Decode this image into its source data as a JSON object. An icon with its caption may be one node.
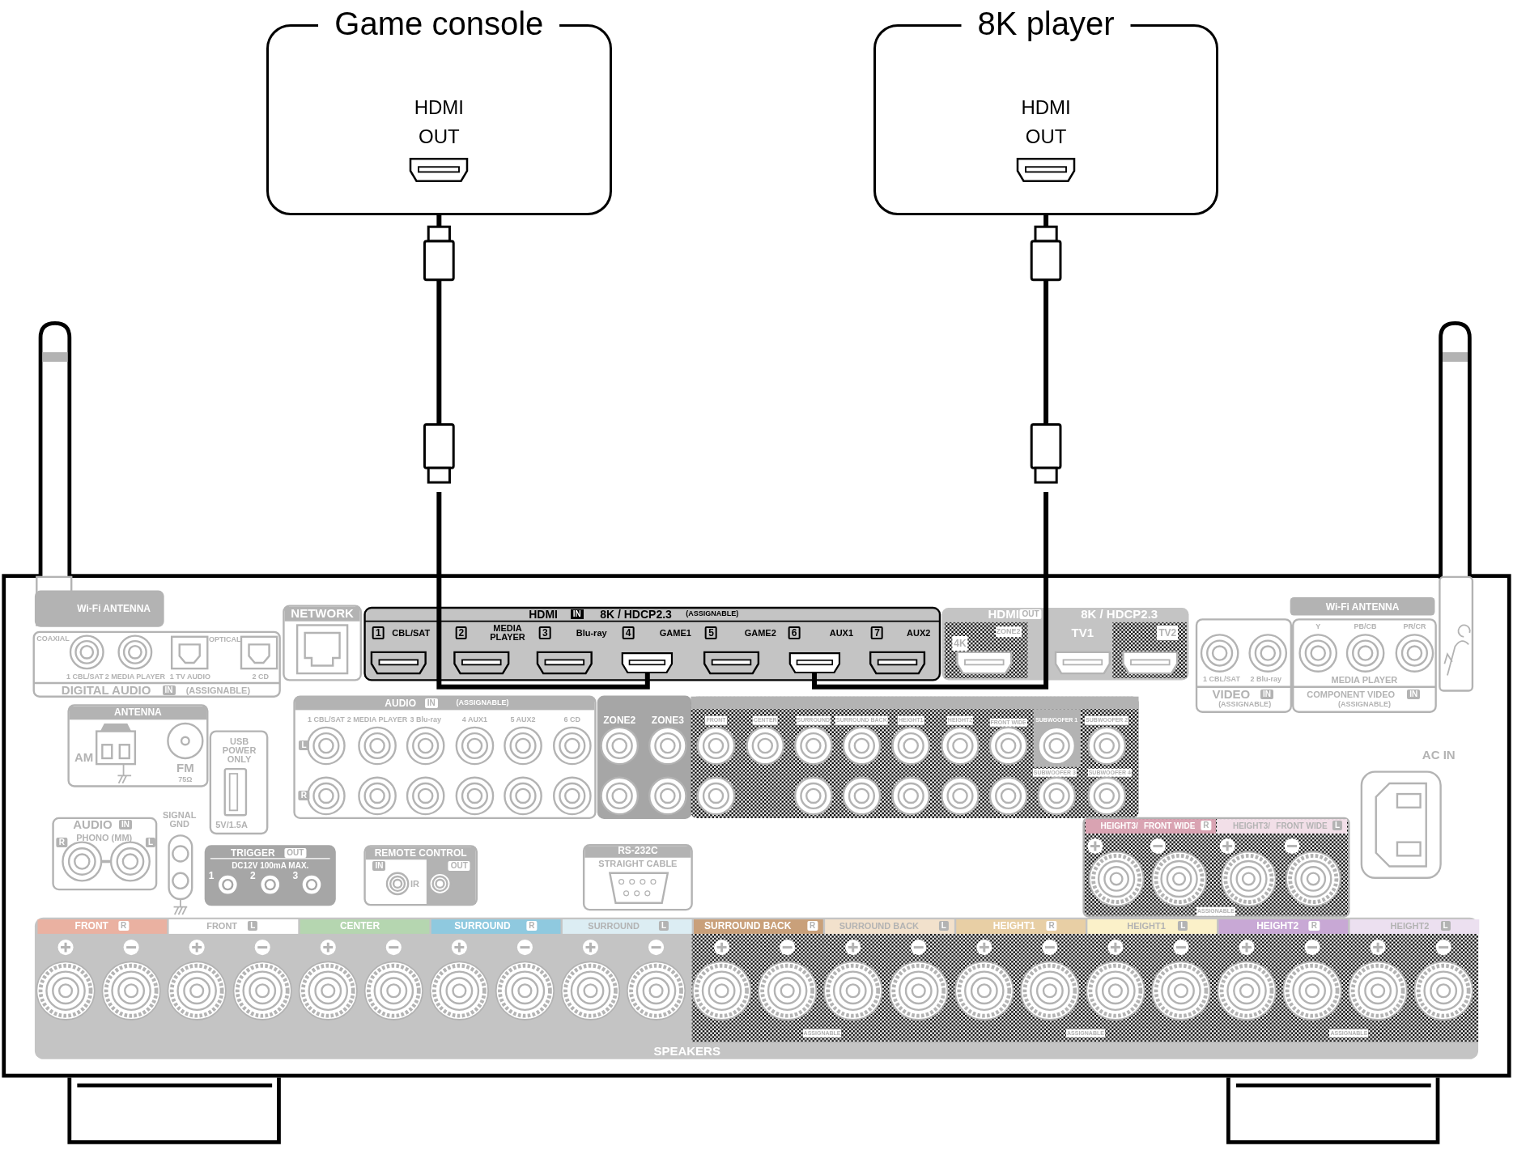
{
  "diagram": {
    "nodes": [
      {
        "text": [
          "Game console",
          "HDMI OUT"
        ]
      },
      {
        "text": [
          "8K player",
          "HDMI OUT"
        ]
      },
      {
        "text": [],
        "shape": "box"
      },
      {
        "text": [],
        "shape": "box"
      }
    ],
    "edges": [
      {
        "from": 0,
        "to": 2,
        "arrow": "none"
      },
      {
        "from": 1,
        "to": 3,
        "arrow": "none"
      }
    ],
    "labels": [
      "Wi-Fi ANTENNA",
      "COAXIAL",
      "OPTICAL",
      "1 CBL/SAT",
      "2 MEDIA PLAYER",
      "1 TV AUDIO",
      "2 CD",
      "DIGITAL AUDIO",
      "IN",
      "(ASSIGNABLE)",
      "NETWORK",
      "HDMI",
      "IN",
      "8K / HDCP2.3",
      "(ASSIGNABLE)",
      "1",
      "CBL/SAT",
      "2",
      "MEDIA PLAYER",
      "3",
      "Blu-ray",
      "4",
      "GAME1",
      "5",
      "GAME2",
      "6",
      "AUX1",
      "7",
      "AUX2",
      "HDMI",
      "OUT",
      "8K / HDCP2.3",
      "ZONE2",
      "TV1",
      "TV2",
      "4K",
      "Wi-Fi ANTENNA",
      "Y",
      "PB/CB",
      "PR/CR",
      "1 CBL/SAT",
      "2 Blu-ray",
      "MEDIA PLAYER",
      "AUDIO",
      "IN",
      "(ASSIGNABLE)",
      "VIDEO",
      "IN",
      "(ASSIGNABLE)",
      "COMPONENT VIDEO",
      "IN",
      "(ASSIGNABLE)",
      "ANTENNA",
      "1 CBL/SAT",
      "2 MEDIA PLAYER",
      "3 Blu-ray",
      "4 AUX1",
      "5 AUX2",
      "6 CD",
      "ZONE2",
      "ZONE3",
      "FRONT",
      "CENTER",
      "SURROUND",
      "SURROUND BACK",
      "HEIGHT1",
      "HEIGHT2",
      "FRONT WIDE",
      "SUBWOOFER 1",
      "SUBWOOFER 2",
      "L",
      "R",
      "USB POWER ONLY",
      "AM",
      "AC IN",
      "FM",
      "SUBWOOFER 3",
      "SUBWOOFER 4",
      "75Ω",
      "SIGNAL GND",
      "AUDIO",
      "IN",
      "5V/1.5A",
      "HEIGHT3/",
      "FRONT WIDE",
      "R",
      "HEIGHT3/",
      "FRONT WIDE",
      "L",
      "R",
      "PHONO (MM)",
      "L",
      "TRIGGER",
      "OUT",
      "REMOTE CONTROL",
      "RS-232C",
      "DC12V 100mA MAX.",
      "IN",
      "OUT",
      "STRAIGHT CABLE",
      "1",
      "2",
      "3",
      "IR",
      "ASSIGNABLE",
      "FRONT",
      "R",
      "FRONT",
      "L",
      "CENTER",
      "SURROUND",
      "R",
      "SURROUND",
      "L",
      "SURROUND BACK",
      "R",
      "SURROUND BACK",
      "L",
      "HEIGHT1",
      "R",
      "HEIGHT1",
      "L",
      "HEIGHT2",
      "R",
      "HEIGHT2",
      "L",
      "ASSIGNABLE",
      "ASSIGNABLE",
      "ASSIGNABLE",
      "SPEAKERS"
    ]
  }
}
